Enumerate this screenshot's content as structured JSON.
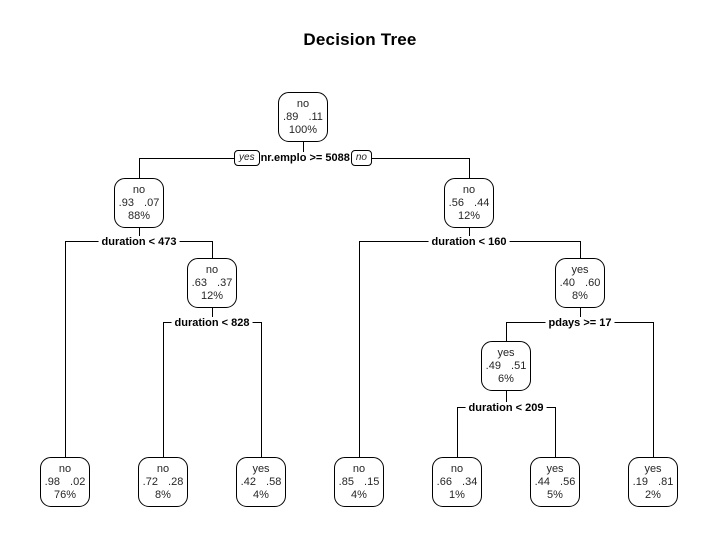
{
  "title": "Decision Tree",
  "colors": {
    "background": "#ffffff",
    "line": "#000000",
    "node_border": "#000000",
    "node_text": "#262626"
  },
  "tree": {
    "splits": [
      {
        "condition": "nr.emplo >= 5088",
        "yes_label": "yes",
        "no_label": "no"
      },
      {
        "condition": "duration < 473"
      },
      {
        "condition": "duration < 160"
      },
      {
        "condition": "duration < 828"
      },
      {
        "condition": "pdays >= 17"
      },
      {
        "condition": "duration < 209"
      }
    ],
    "nodes": [
      {
        "label": "no",
        "probs": ".98  .02",
        "pct": "76%"
      },
      {
        "label": "no",
        "probs": ".72  .28",
        "pct": "8%"
      },
      {
        "label": "yes",
        "probs": ".42  .58",
        "pct": "4%"
      },
      {
        "label": "no",
        "probs": ".85  .15",
        "pct": "4%"
      },
      {
        "label": "no",
        "probs": ".66  .34",
        "pct": "1%"
      },
      {
        "label": "yes",
        "probs": ".44  .56",
        "pct": "5%"
      },
      {
        "label": "yes",
        "probs": ".19  .81",
        "pct": "2%"
      }
    ],
    "internal_nodes": [
      {
        "label": "no",
        "probs": ".89  .11",
        "pct": "100%"
      },
      {
        "label": "no",
        "probs": ".93  .07",
        "pct": "88%"
      },
      {
        "label": "no",
        "probs": ".56  .44",
        "pct": "12%"
      },
      {
        "label": "no",
        "probs": ".63  .37",
        "pct": "12%"
      },
      {
        "label": "yes",
        "probs": ".40  .60",
        "pct": "8%"
      },
      {
        "label": "yes",
        "probs": ".49  .51",
        "pct": "6%"
      }
    ]
  }
}
